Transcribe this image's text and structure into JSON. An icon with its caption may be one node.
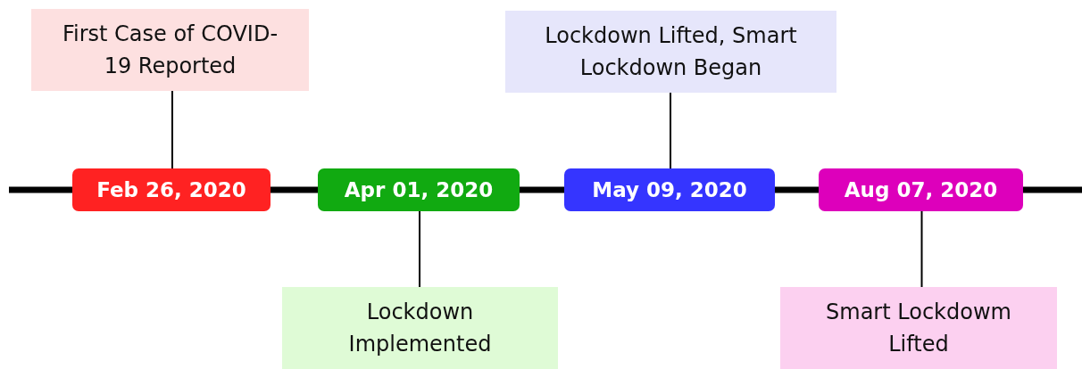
{
  "diagram": {
    "nodes": [
      {
        "text": [
          "First Case of COVID-19 Reported"
        ]
      },
      {
        "text": [
          "Feb 26, 2020"
        ]
      },
      {
        "text": [
          "Apr 01, 2020"
        ]
      },
      {
        "text": [
          "Lockdown Implemented"
        ]
      },
      {
        "text": [
          "Lockdown Lifted, Smart Lockdown Began"
        ]
      },
      {
        "text": [
          "May 09, 2020"
        ]
      },
      {
        "text": [
          "Aug 07, 2020"
        ]
      },
      {
        "text": [
          "Smart Lockdowm Lifted"
        ]
      }
    ],
    "edges": [
      {
        "from": 0,
        "to": 1,
        "arrow": "none"
      },
      {
        "from": 2,
        "to": 3,
        "arrow": "none"
      },
      {
        "from": 4,
        "to": 5,
        "arrow": "none"
      },
      {
        "from": 6,
        "to": 7,
        "arrow": "none"
      }
    ]
  }
}
